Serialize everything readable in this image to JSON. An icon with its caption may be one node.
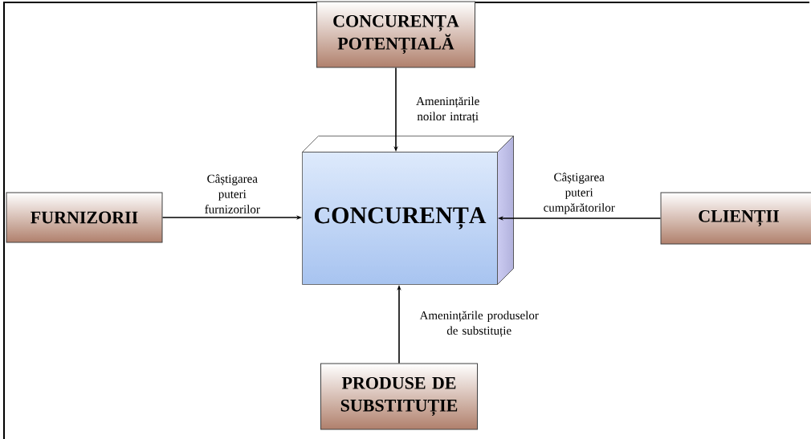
{
  "diagram": {
    "nodes": [
      {
        "text": [
          "CONCURENȚA POTENȚIALĂ"
        ]
      },
      {
        "text": [
          "FURNIZORII"
        ]
      },
      {
        "text": [
          "CONCURENȚA"
        ]
      },
      {
        "text": [
          "CLIENȚII"
        ]
      },
      {
        "text": [
          "PRODUSE DE SUBSTITUȚIE"
        ]
      }
    ],
    "edges": [
      {
        "from": 0,
        "to": 2,
        "arrow": "to",
        "label": "Amenințările noilor intrați"
      },
      {
        "from": 1,
        "to": 2,
        "arrow": "to",
        "label": "Câștigarea puteri furnizorilor"
      },
      {
        "from": 3,
        "to": 2,
        "arrow": "to",
        "label": "Câștigarea puteri cumpărătorilor"
      },
      {
        "from": 4,
        "to": 2,
        "arrow": "to",
        "label": "Amenințările produselor de substituție"
      }
    ]
  }
}
